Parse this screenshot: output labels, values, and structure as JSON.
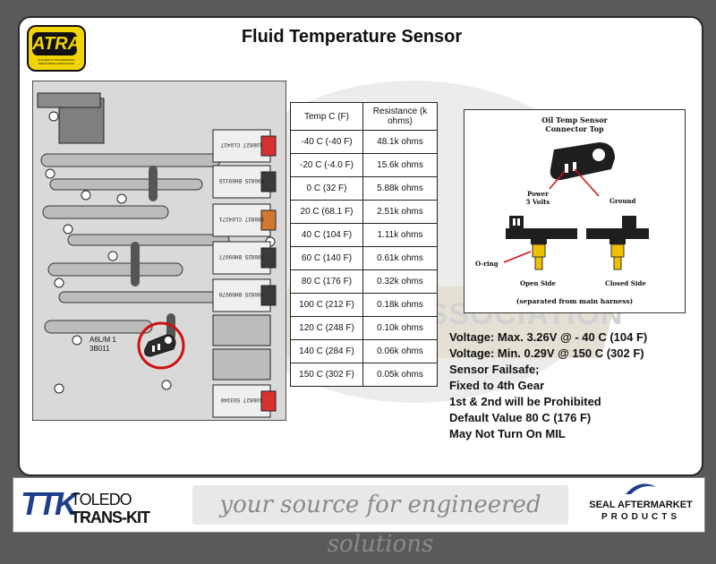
{
  "slide": {
    "title": "Fluid Temperature Sensor",
    "logo": {
      "text": "ATRA",
      "subtext": "AUTOMATIC TRANSMISSION REBUILDERS ASSOCIATION"
    },
    "watermark_text": "ASSOCIATION"
  },
  "valve_body": {
    "model_label_1": "A6L/M 1",
    "model_label_2": "3B011",
    "solenoid_labels": [
      "100827 CL0427",
      "100825 BH09115",
      "100827 CL04271",
      "100825 BH09077",
      "100825 BH09078",
      "100827 503348"
    ]
  },
  "resistance_table": {
    "headers": [
      "Temp C (F)",
      "Resistance (k ohms)"
    ],
    "rows": [
      {
        "temp": "-40 C (-40 F)",
        "resistance": "48.1k ohms"
      },
      {
        "temp": "-20 C (-4.0 F)",
        "resistance": "15.6k ohms"
      },
      {
        "temp": "0 C (32 F)",
        "resistance": "5.88k ohms"
      },
      {
        "temp": "20 C (68.1 F)",
        "resistance": "2.51k ohms"
      },
      {
        "temp": "40 C (104 F)",
        "resistance": "1.11k ohms"
      },
      {
        "temp": "60 C (140 F)",
        "resistance": "0.61k ohms"
      },
      {
        "temp": "80 C (176 F)",
        "resistance": "0.32k ohms"
      },
      {
        "temp": "100 C (212 F)",
        "resistance": "0.18k ohms"
      },
      {
        "temp": "120 C (248 F)",
        "resistance": "0.10k ohms"
      },
      {
        "temp": "140 C (284 F)",
        "resistance": "0.06k ohms"
      },
      {
        "temp": "150 C (302 F)",
        "resistance": "0.05k ohms"
      }
    ]
  },
  "connector": {
    "title_line1": "Oil Temp Sensor",
    "title_line2": "Connector Top",
    "power_label_1": "Power",
    "power_label_2": "5 Volts",
    "ground_label": "Ground",
    "oring_label": "O-ring",
    "open_side_label": "Open Side",
    "closed_side_label": "Closed Side",
    "note": "(separated from main harness)"
  },
  "notes": [
    "Voltage: Max. 3.26V @ - 40 C (104 F)",
    "Voltage: Min. 0.29V @ 150 C (302 F)",
    "Sensor Failsafe;",
    "Fixed to 4th Gear",
    "1st & 2nd will be Prohibited",
    "Default Value 80 C (176 F)",
    "May Not Turn On MIL"
  ],
  "footer": {
    "ttk_mark": "TTK",
    "ttk_line1": "TOLEDO",
    "ttk_line2": "TRANS-KIT",
    "slogan": "your source for engineered solutions",
    "seal_line1": "SEAL AFTERMARKET",
    "seal_line2": "PRODUCTS"
  },
  "colors": {
    "highlight_circle": "#d01010",
    "sensor_pin": "#f0c000",
    "atra_yellow": "#f2d400",
    "ttk_blue": "#1d3f8a"
  }
}
